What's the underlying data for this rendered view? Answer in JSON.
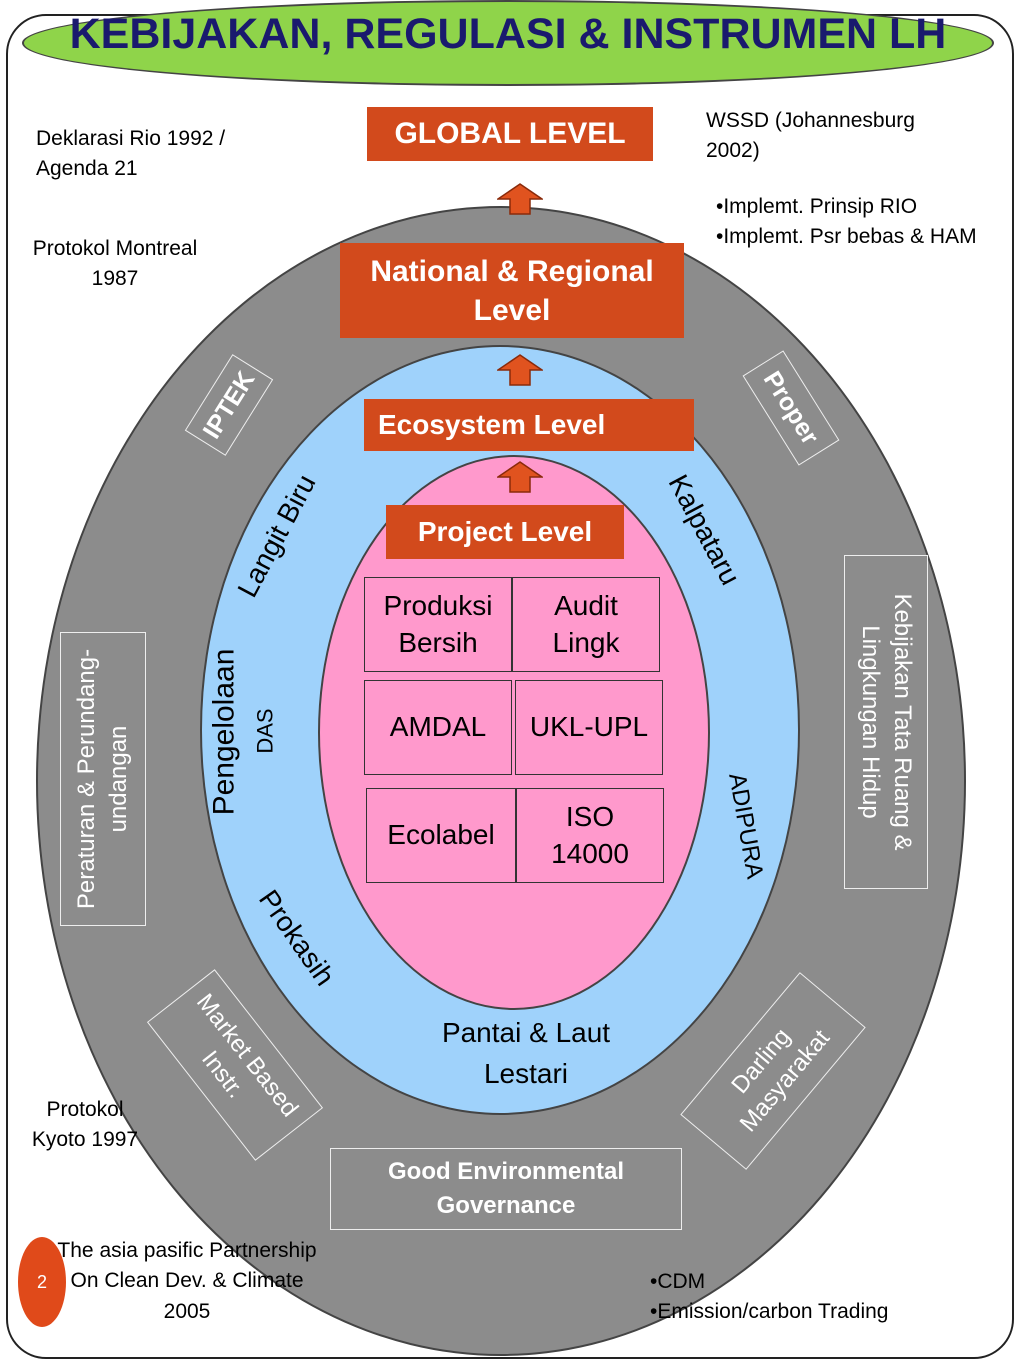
{
  "title": "KEBIJAKAN, REGULASI & INSTRUMEN LH",
  "levels": {
    "global": "GLOBAL LEVEL",
    "national": "National & Regional Level",
    "ecosystem": "Ecosystem Level",
    "project": "Project Level"
  },
  "project_cells": {
    "produksi": "Produksi Bersih",
    "audit": "Audit Lingk",
    "amdal": "AMDAL",
    "ukl": "UKL-UPL",
    "ecolabel": "Ecolabel",
    "iso": "ISO 14000"
  },
  "blue_ring_labels": {
    "langit_biru": "Langit Biru",
    "kalpataru": "Kalpataru",
    "pengelolaan": "Pengelolaan",
    "das": "DAS",
    "adipura": "ADIPURA",
    "prokasih": "Prokasih",
    "pantai": "Pantai & Laut Lestari"
  },
  "gray_ring_boxes": {
    "iptek": "IPTEK",
    "proper": "Proper",
    "peraturan": "Peraturan & Perundang-undangan",
    "kebijakan_tata_ruang": "Kebijakan Tata Ruang & Lingkungan Hidup",
    "market": "Market Based Instr.",
    "darling": "Darling Masyarakat",
    "good_governance": "Good Environmental Governance"
  },
  "side_notes": {
    "rio": "Deklarasi Rio 1992 / Agenda 21",
    "montreal": "Protokol Montreal 1987",
    "wssd": "WSSD (Johannesburg 2002)",
    "wssd_bullet_1": "•Implemt. Prinsip RIO",
    "wssd_bullet_2": "•Implemt. Psr bebas & HAM",
    "kyoto": "Protokol Kyoto 1997",
    "asia_pasific": "The asia pasific Partnership On Clean Dev. & Climate 2005",
    "cdm_1": "•CDM",
    "cdm_2": "•Emission/carbon Trading"
  },
  "page_number": "2",
  "colors": {
    "title_fill": "#8fd44a",
    "title_text": "#1a1a6e",
    "outer_ring": "#8c8c8c",
    "middle_ring": "#9fd2fb",
    "inner_ring": "#ff99cc",
    "level_box": "#d24a1c",
    "arrow": "#e0531f",
    "page_badge": "#e04a1a"
  },
  "icons": {
    "level_arrow": "up-arrow-icon"
  }
}
